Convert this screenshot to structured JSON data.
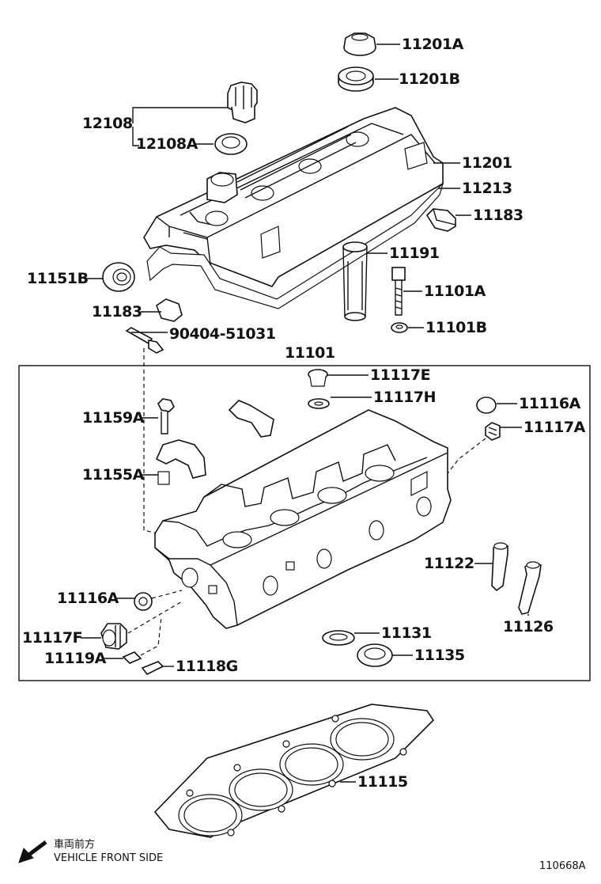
{
  "labels": {
    "p11201A": "11201A",
    "p11201B": "11201B",
    "p12108": "12108",
    "p12108A": "12108A",
    "p11201": "11201",
    "p11213": "11213",
    "p11183_right": "11183",
    "p11151B": "11151B",
    "p11191": "11191",
    "p11101A": "11101A",
    "p11183_left": "11183",
    "p11101B": "11101B",
    "p90404": "90404-51031",
    "p11101": "11101",
    "p11117E": "11117E",
    "p11117H": "11117H",
    "p11116A_right": "11116A",
    "p11159A": "11159A",
    "p11117A": "11117A",
    "p11155A": "11155A",
    "p11122": "11122",
    "p11116A_left": "11116A",
    "p11126": "11126",
    "p11131": "11131",
    "p11117F": "11117F",
    "p11135": "11135",
    "p11119A": "11119A",
    "p11118G": "11118G",
    "p11115": "11115"
  },
  "footer": {
    "direction_jp": "車両前方",
    "direction_en": "VEHICLE FRONT SIDE",
    "figure_code": "110668A"
  },
  "icons": {
    "front_arrow": "arrow-down-left-icon"
  }
}
